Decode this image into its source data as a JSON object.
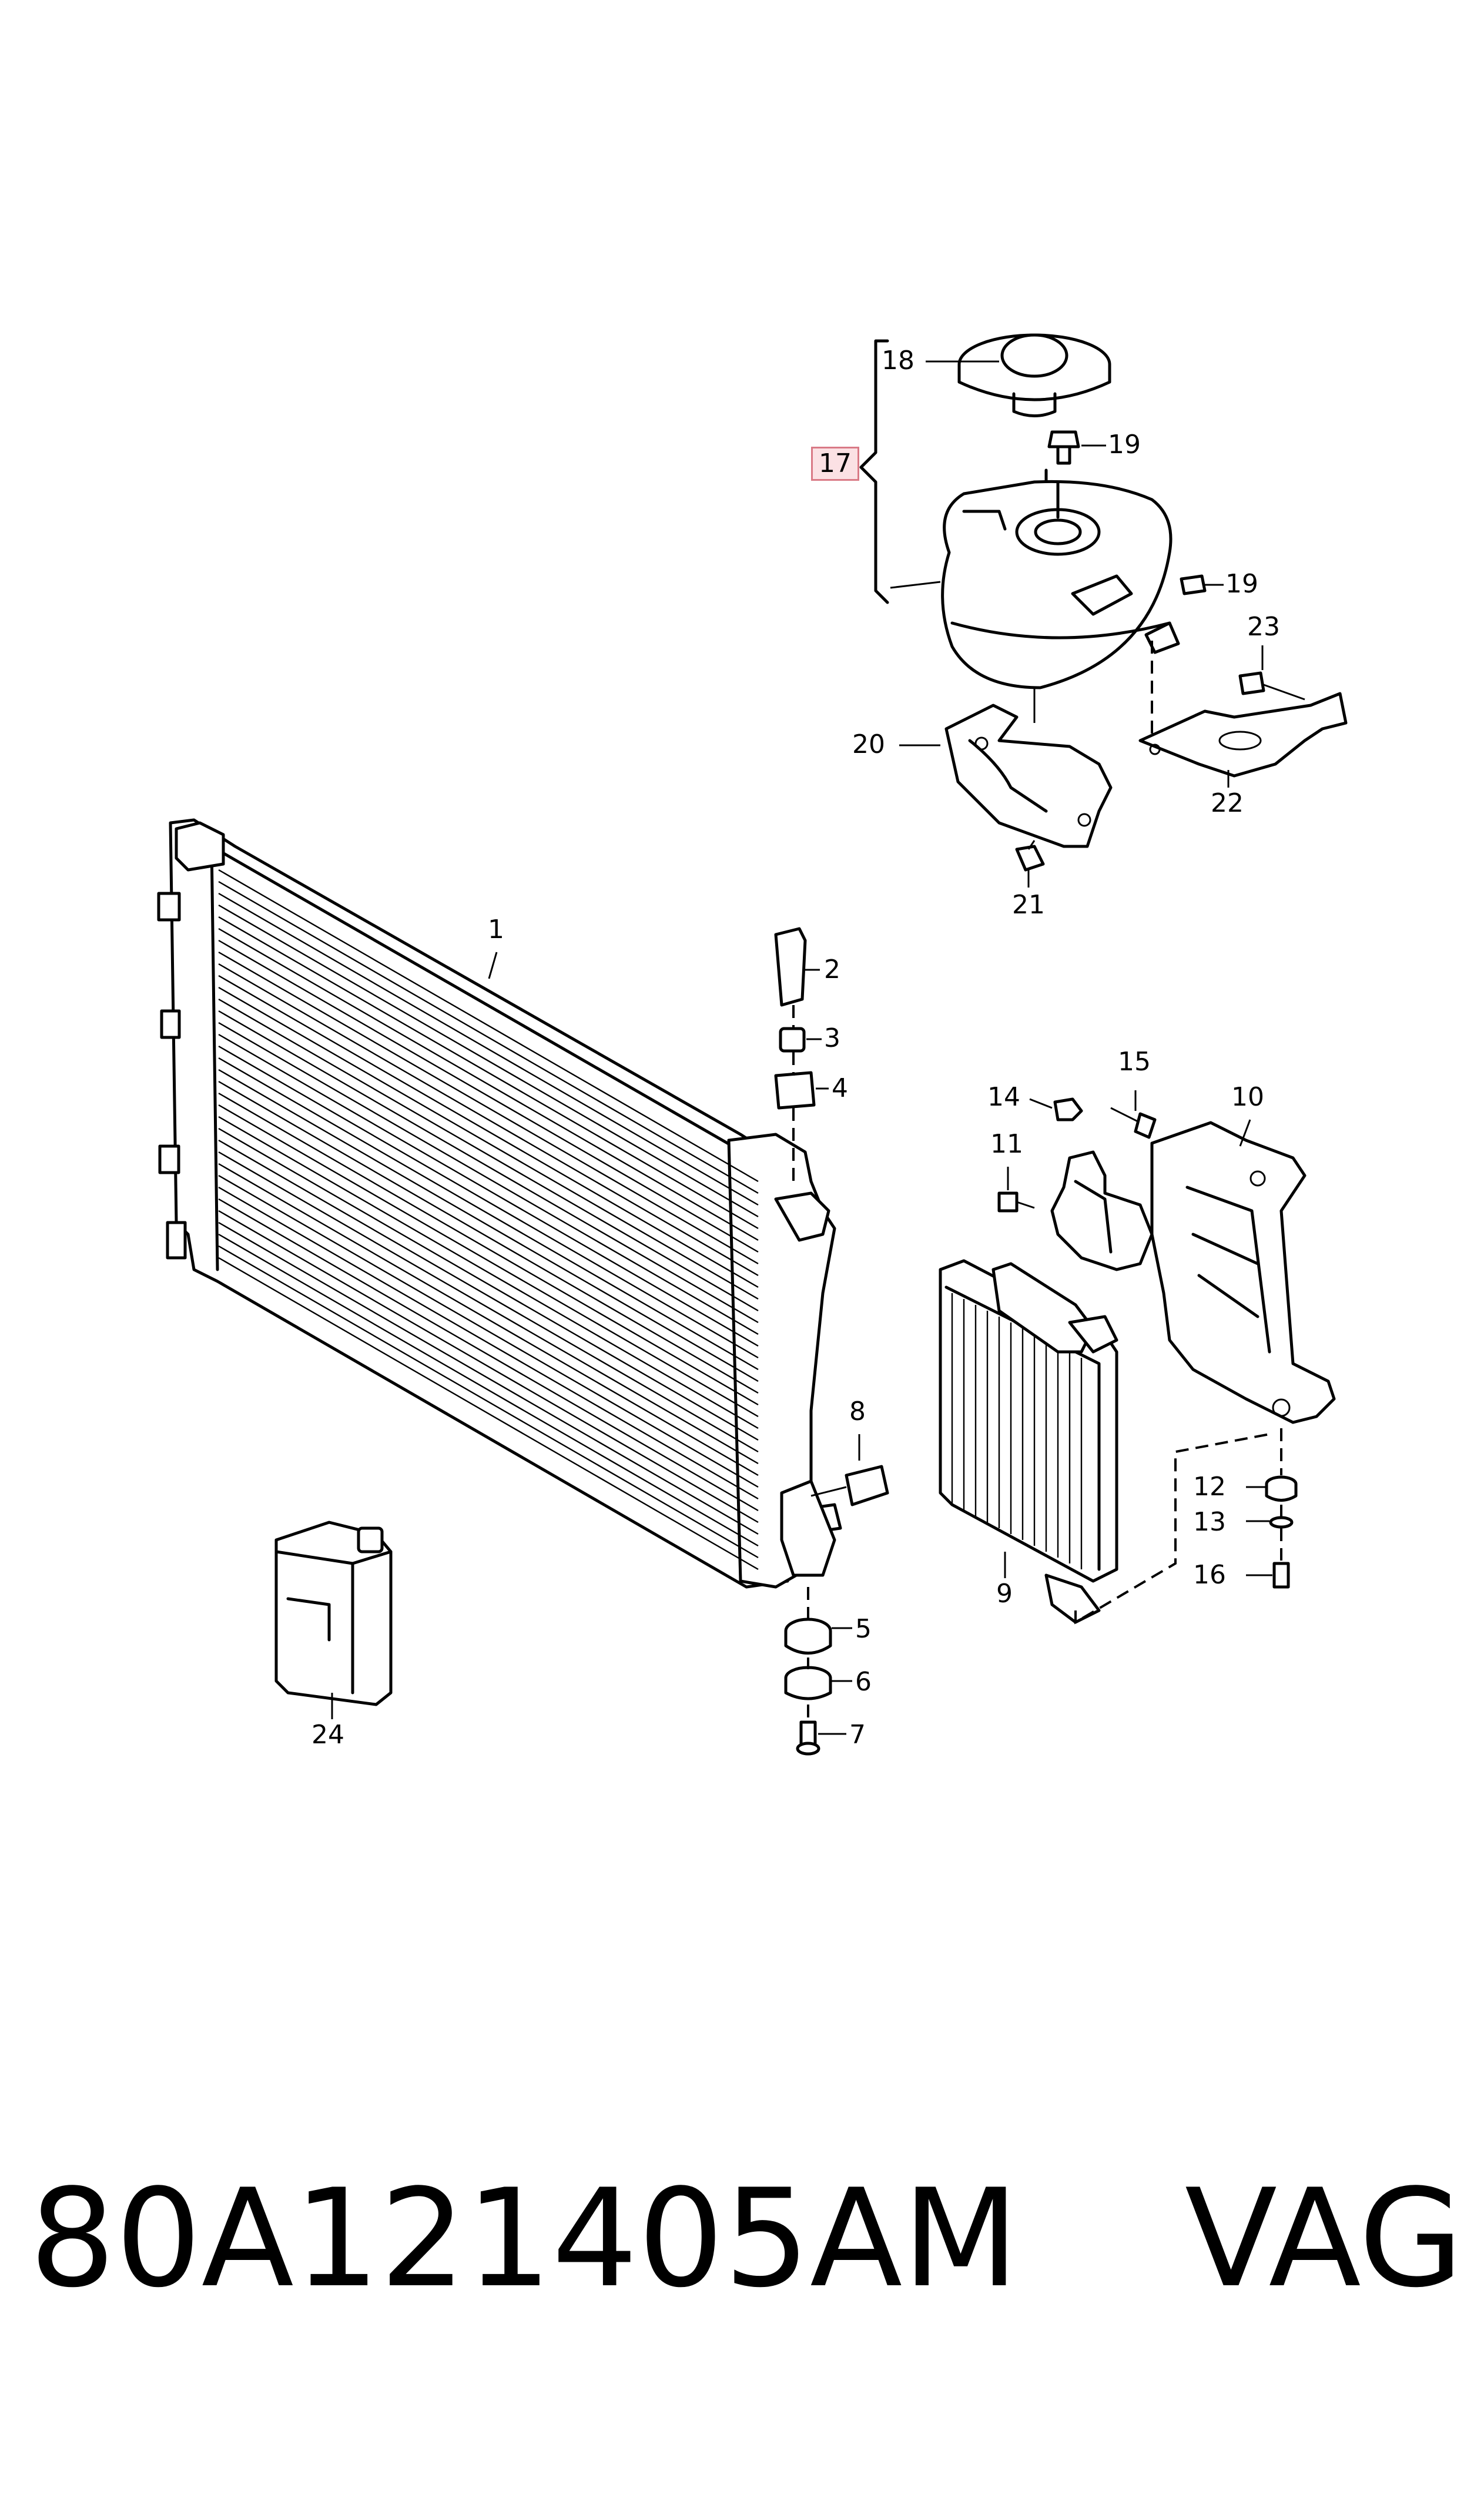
{
  "callouts": {
    "c1": "1",
    "c2": "2",
    "c3": "3",
    "c4": "4",
    "c5": "5",
    "c6": "6",
    "c7": "7",
    "c8": "8",
    "c9": "9",
    "c10": "10",
    "c11": "11",
    "c12": "12",
    "c13": "13",
    "c14": "14",
    "c15": "15",
    "c16": "16",
    "c17": "17",
    "c18": "18",
    "c19a": "19",
    "c19b": "19",
    "c20": "20",
    "c21": "21",
    "c22": "22",
    "c23": "23",
    "c24": "24"
  },
  "footer": {
    "part_number": "80A121405AM",
    "brand": "VAG"
  },
  "colors": {
    "line": "#000000",
    "highlight_fill": "#fbe1e4",
    "highlight_border": "#d97a86"
  }
}
